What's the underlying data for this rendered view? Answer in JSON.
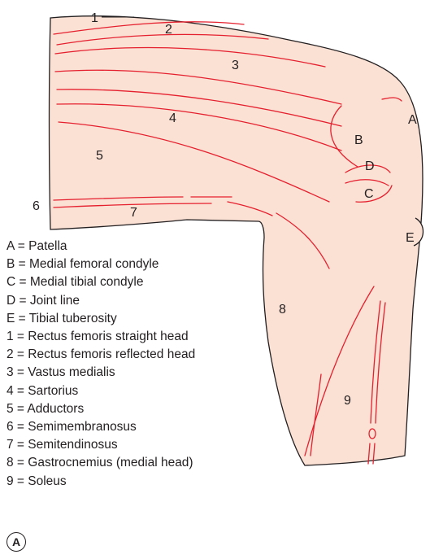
{
  "diagram": {
    "colors": {
      "skin": "#fbe0d4",
      "outline": "#231f20",
      "muscle_line": "#e5202e"
    },
    "callouts": {
      "n1": "1",
      "n2": "2",
      "n3": "3",
      "n4": "4",
      "n5": "5",
      "n6": "6",
      "n7": "7",
      "n8": "8",
      "n9": "9",
      "A": "A",
      "B": "B",
      "C": "C",
      "D": "D",
      "E": "E"
    }
  },
  "legend": [
    "A = Patella",
    "B = Medial femoral condyle",
    "C = Medial tibial condyle",
    "D = Joint line",
    "E = Tibial tuberosity",
    "1 = Rectus femoris straight head",
    "2 = Rectus femoris reflected head",
    "3 = Vastus medialis",
    "4 = Sartorius",
    "5 = Adductors",
    "6 = Semimembranosus",
    "7 = Semitendinosus",
    "8 = Gastrocnemius (medial head)",
    "9 = Soleus"
  ],
  "panel_label": "A"
}
